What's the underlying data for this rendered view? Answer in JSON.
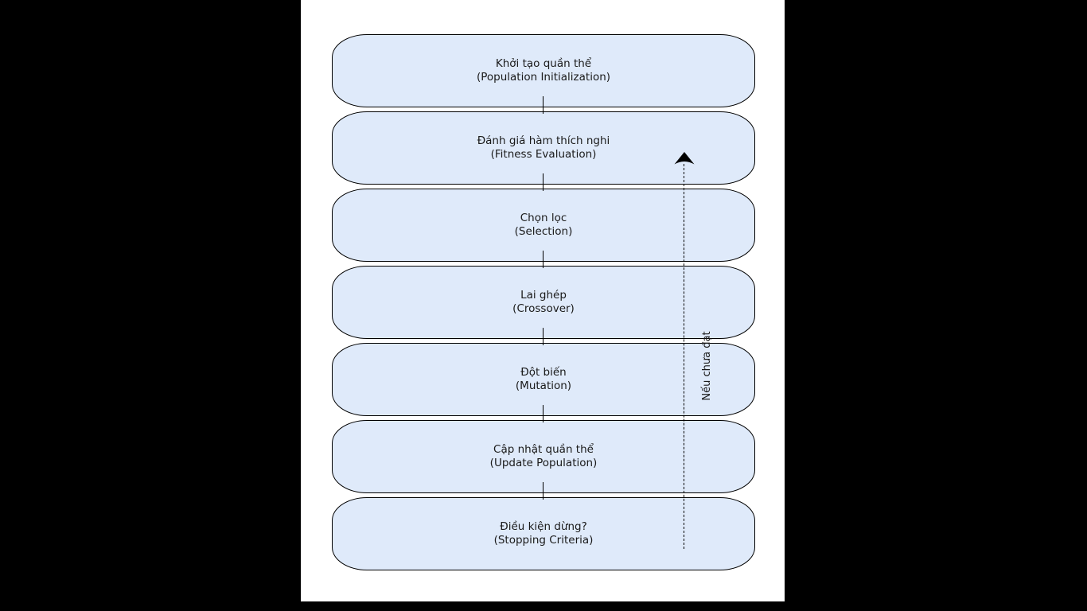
{
  "diagram": {
    "boxes": [
      {
        "vi": "Khởi tạo quần thể",
        "en": "(Population Initialization)"
      },
      {
        "vi": "Đánh giá hàm thích nghi",
        "en": "(Fitness Evaluation)"
      },
      {
        "vi": "Chọn lọc",
        "en": "(Selection)"
      },
      {
        "vi": "Lai ghép",
        "en": "(Crossover)"
      },
      {
        "vi": "Đột biến",
        "en": "(Mutation)"
      },
      {
        "vi": "Cập nhật quần thể",
        "en": "(Update Population)"
      },
      {
        "vi": "Điều kiện dừng?",
        "en": "(Stopping Criteria)"
      }
    ],
    "feedback_label": "Nếu chưa đạt",
    "colors": {
      "box_fill": "#dfeafa",
      "box_border": "#000000",
      "text": "#1a1a1a",
      "page_bg": "#ffffff",
      "letterbox": "#000000",
      "arrow": "#000000"
    }
  }
}
